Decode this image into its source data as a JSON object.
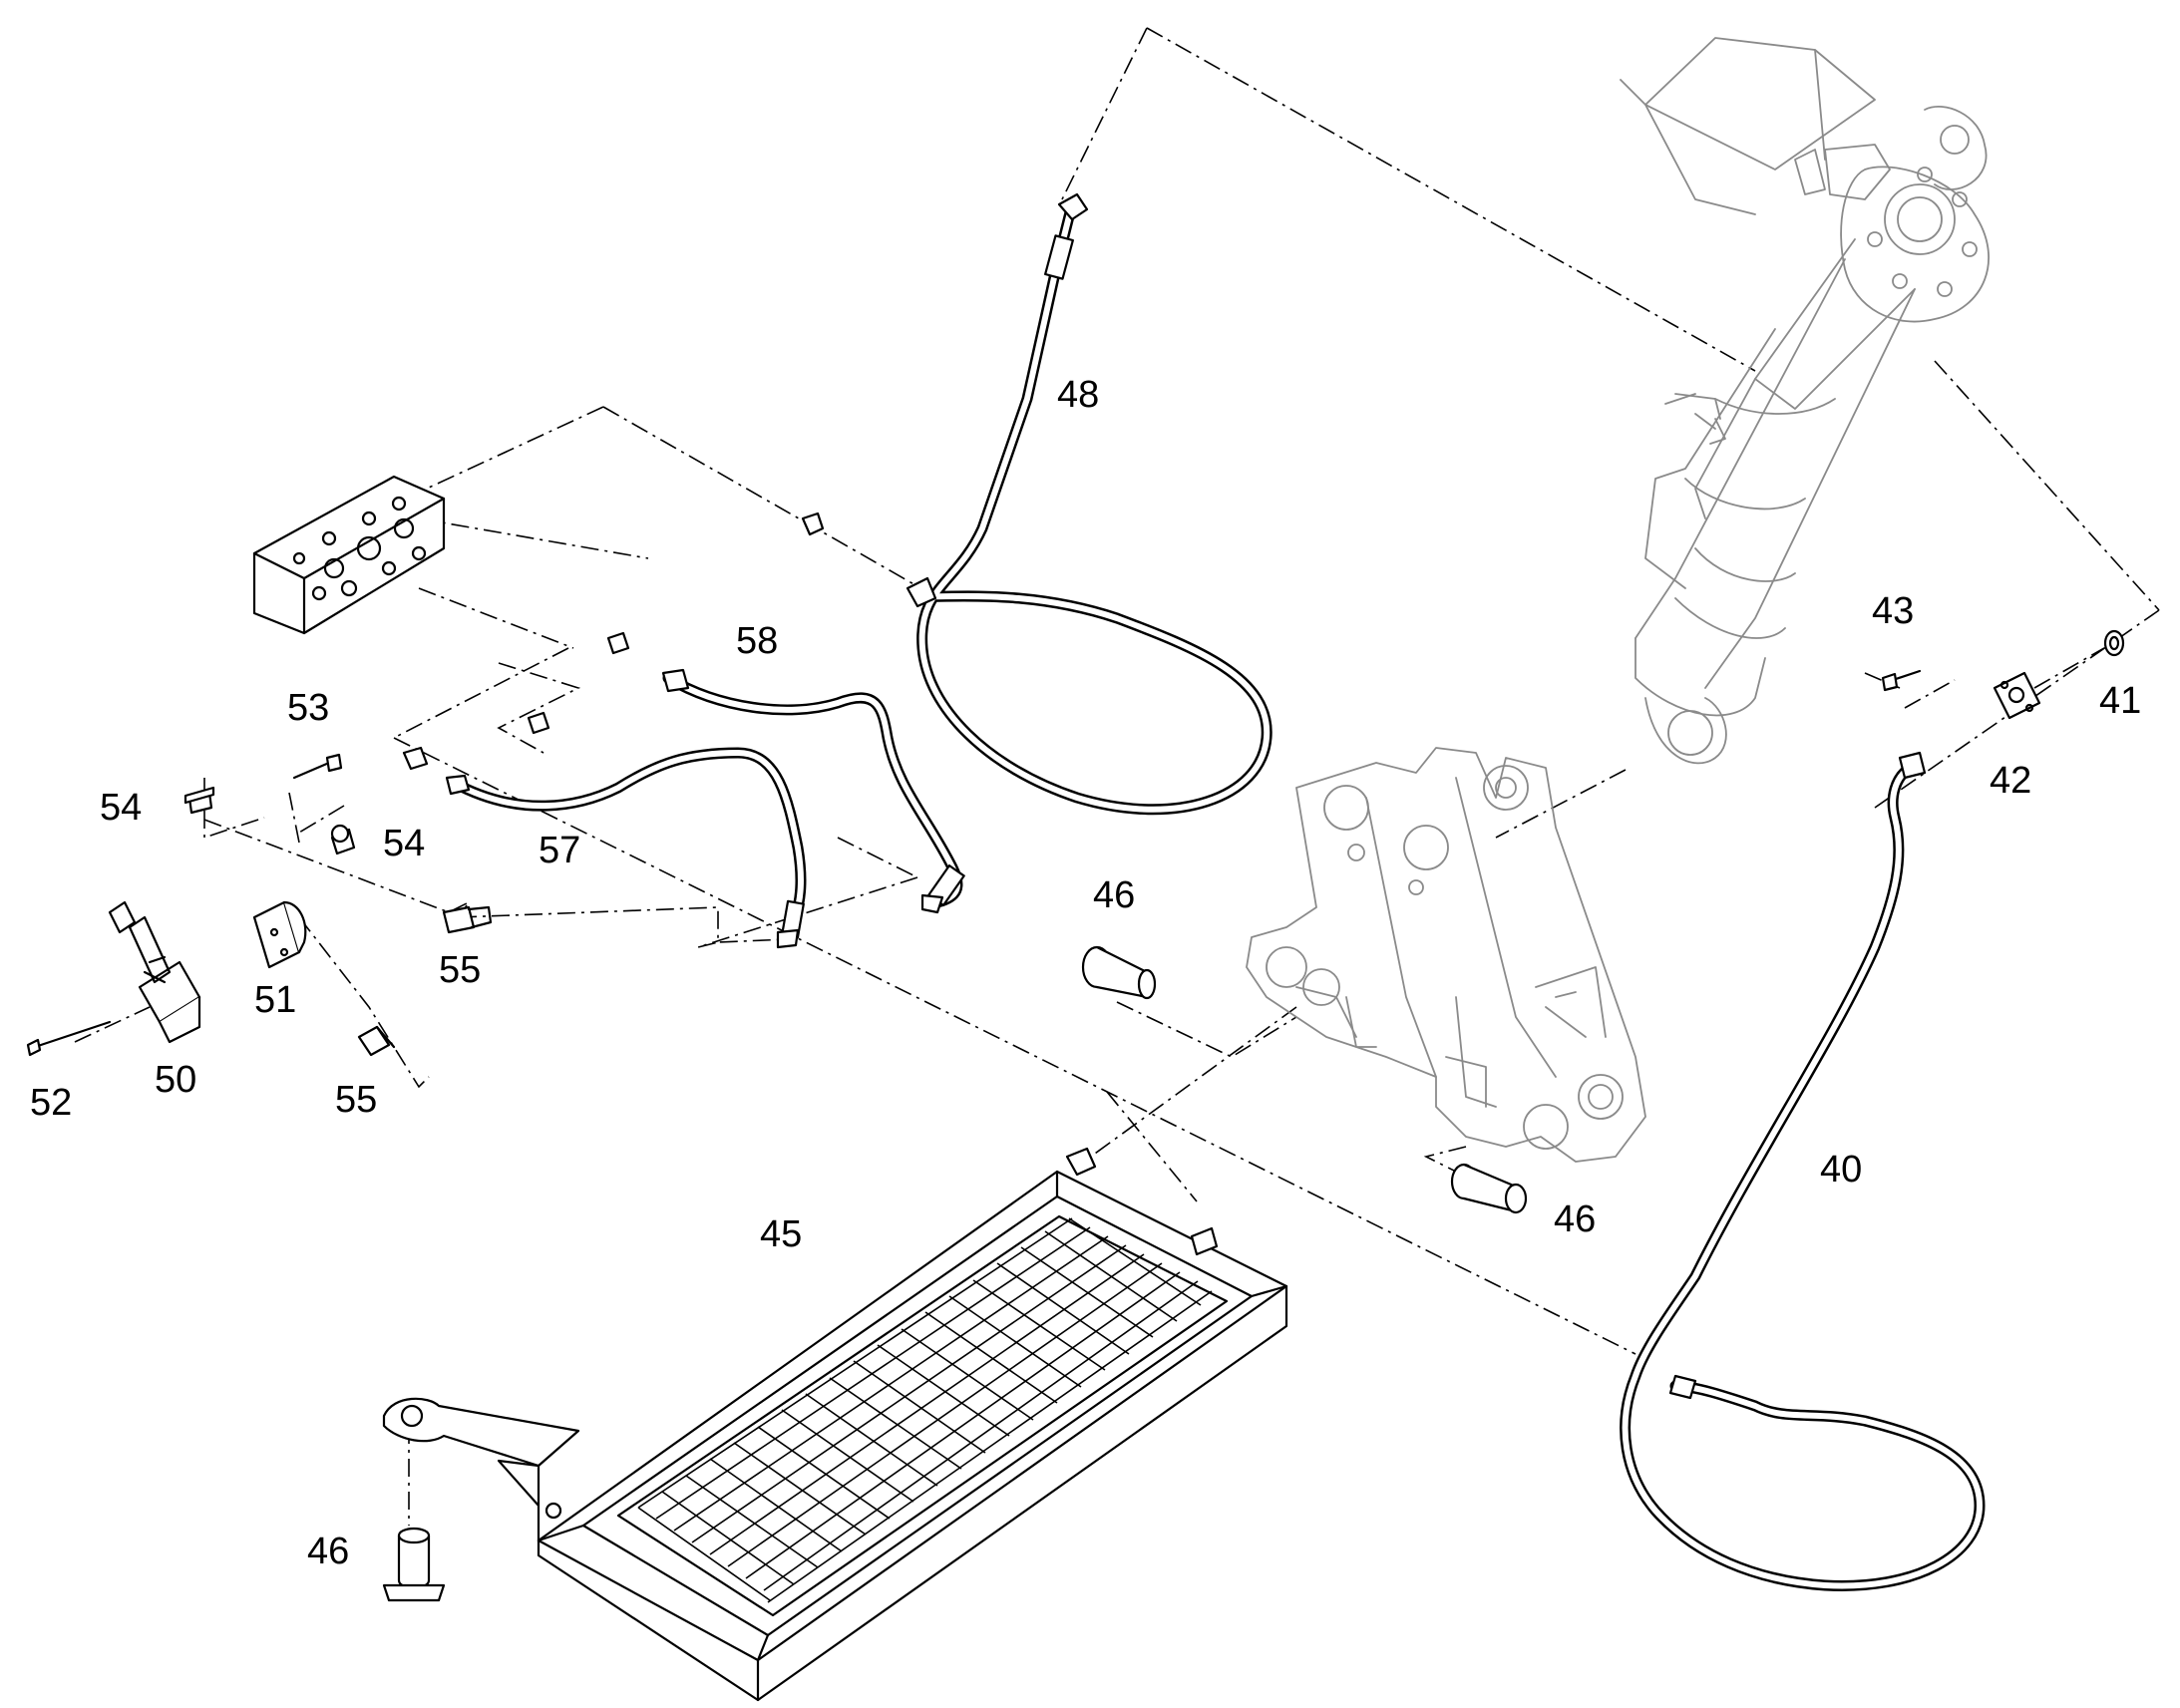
{
  "callouts": {
    "p40": "40",
    "p41": "41",
    "p42": "42",
    "p43": "43",
    "p45": "45",
    "p46a": "46",
    "p46b": "46",
    "p46c": "46",
    "p48": "48",
    "p50": "50",
    "p51": "51",
    "p52": "52",
    "p53": "53",
    "p54a": "54",
    "p54b": "54",
    "p55a": "55",
    "p55b": "55",
    "p57": "57",
    "p58": "58"
  },
  "colors": {
    "line": "#000000",
    "ghost": "#8a8a8a",
    "background": "#ffffff"
  }
}
